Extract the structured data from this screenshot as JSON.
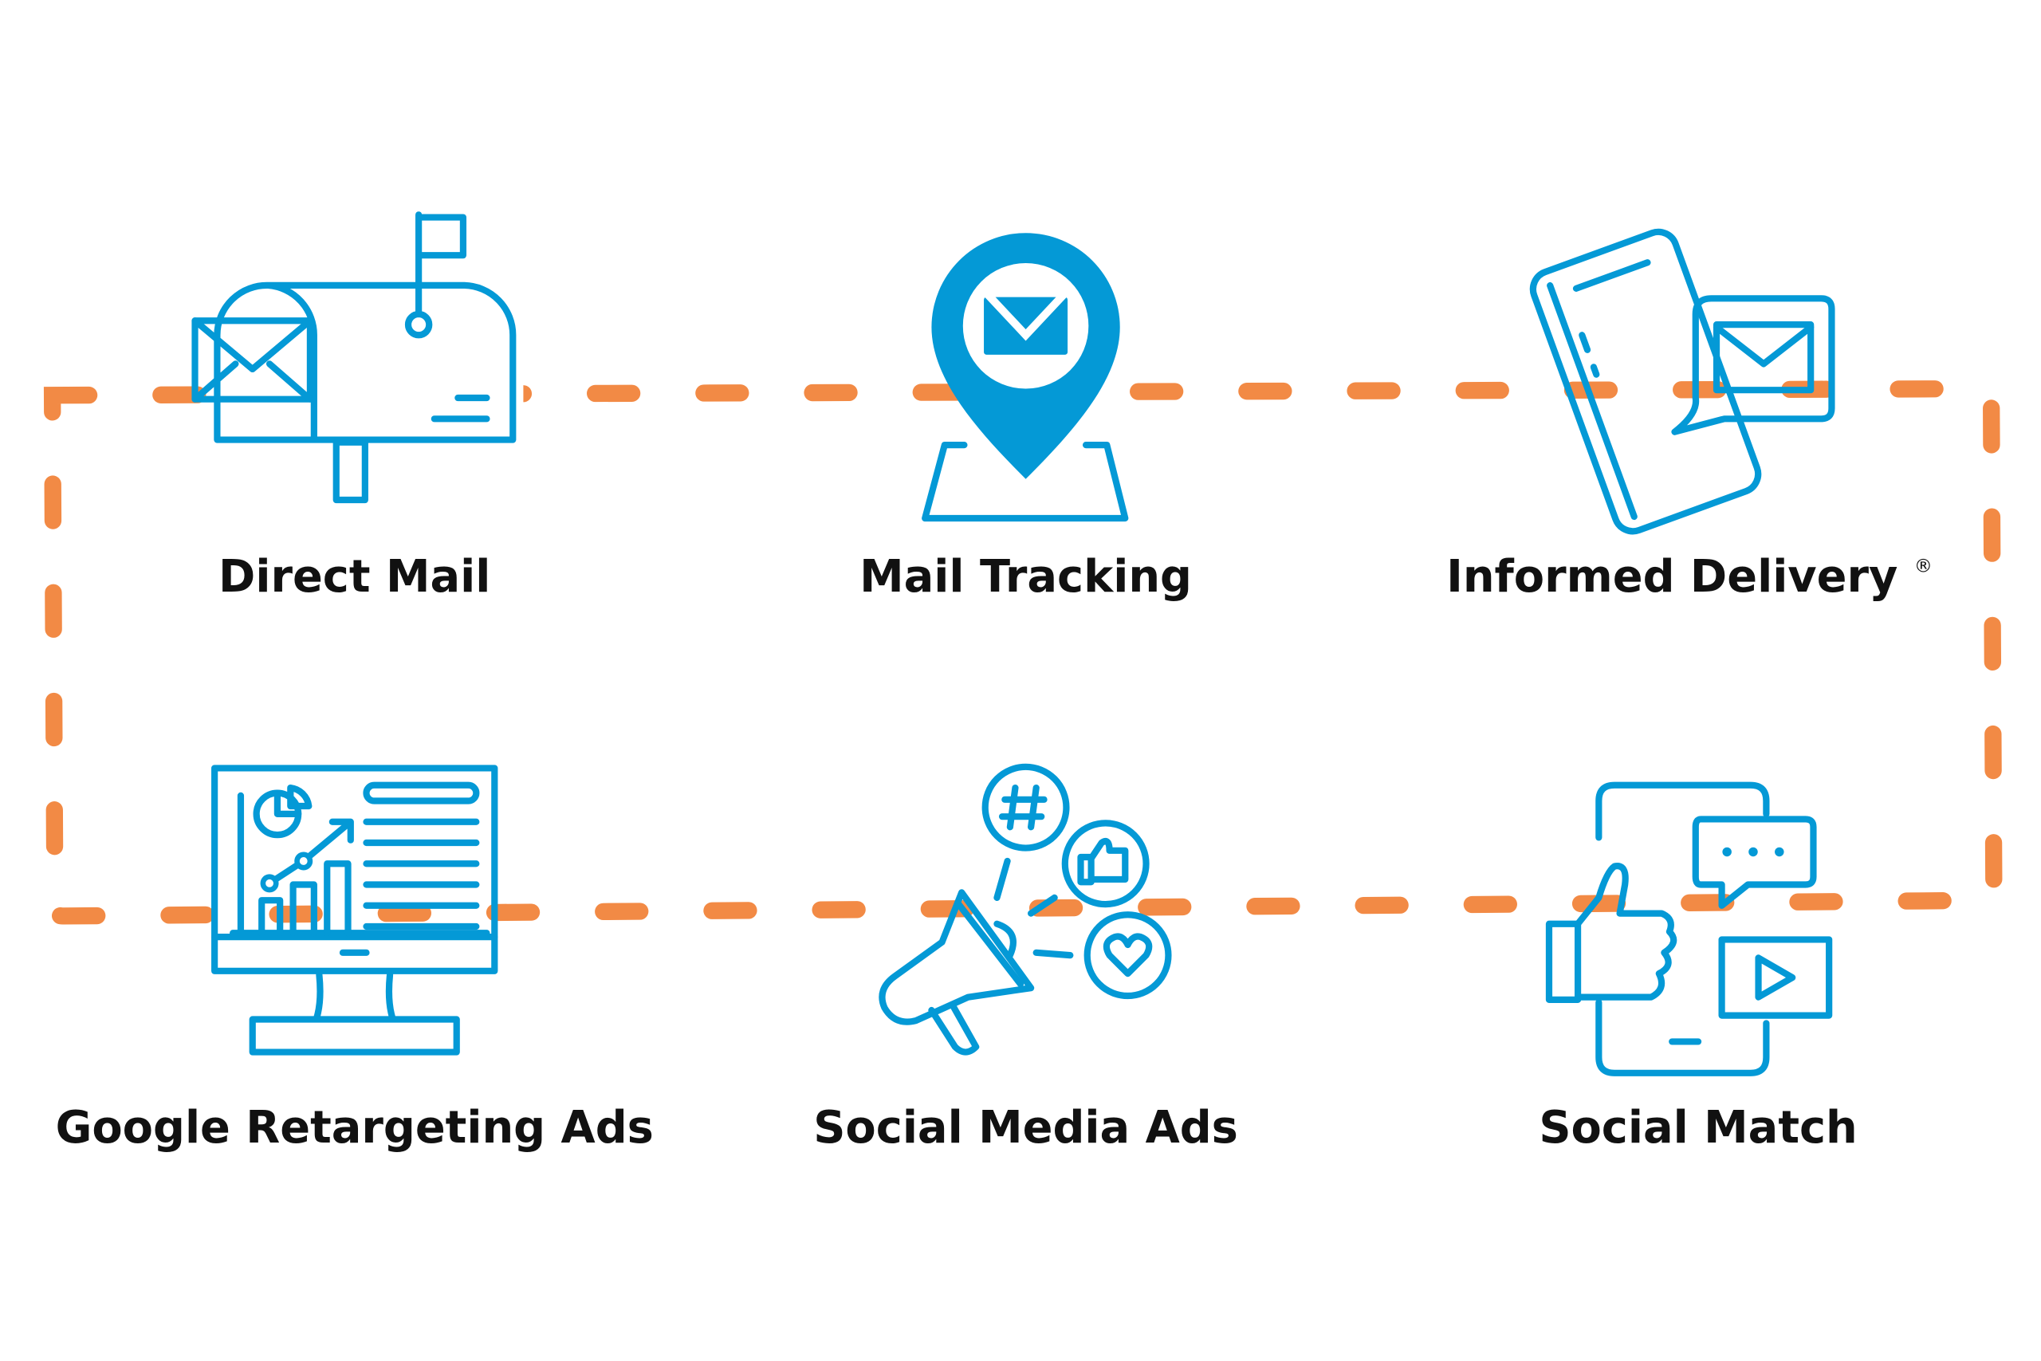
{
  "colors": {
    "icon": "#0499d6",
    "loop": "#f28a45",
    "text": "#111111"
  },
  "items": [
    {
      "label": "Direct Mail",
      "icon": "mailbox-icon"
    },
    {
      "label": "Mail Tracking",
      "icon": "location-pin-mail-icon"
    },
    {
      "label": "Informed Delivery",
      "mark": "®",
      "icon": "phone-message-icon"
    },
    {
      "label": "Google Retargeting Ads",
      "icon": "monitor-analytics-icon"
    },
    {
      "label": "Social Media Ads",
      "icon": "megaphone-social-icon"
    },
    {
      "label": "Social Match",
      "icon": "phone-like-icon"
    }
  ]
}
